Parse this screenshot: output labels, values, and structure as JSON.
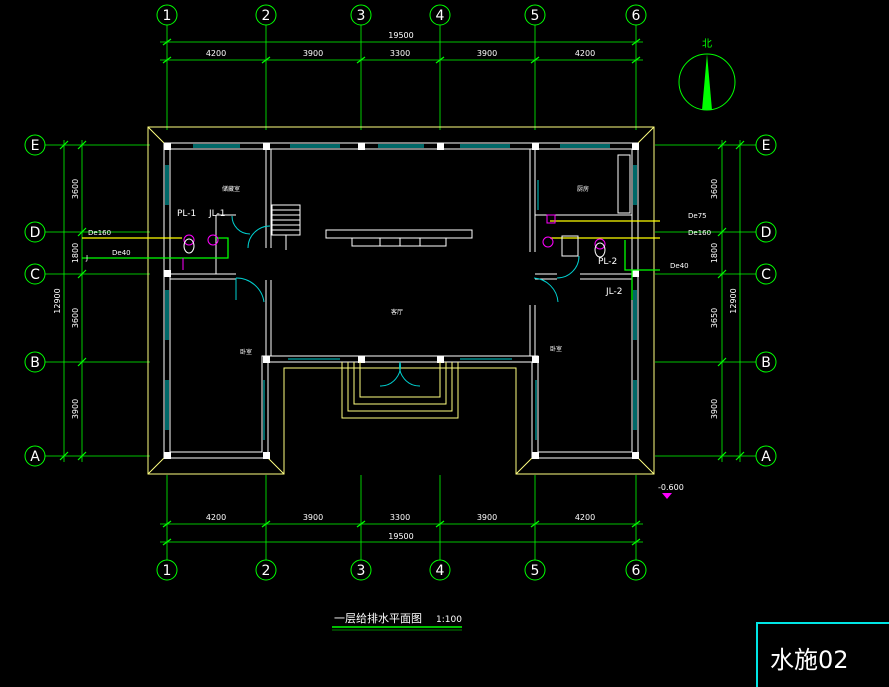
{
  "axes": {
    "columns": [
      "1",
      "2",
      "3",
      "4",
      "5",
      "6"
    ],
    "rows": [
      "E",
      "D",
      "C",
      "B",
      "A"
    ]
  },
  "dimensions": {
    "total_width": "19500",
    "col_spans": [
      "4200",
      "3900",
      "3300",
      "3900",
      "4200"
    ],
    "total_height": "12900",
    "left_row_spans": [
      "3600",
      "1800",
      "3600",
      "3900"
    ],
    "right_row_spans": [
      "3600",
      "1800",
      "3650",
      "3900"
    ]
  },
  "rooms": {
    "top_left": "储藏室",
    "top_right": "厨房",
    "hall": "客厅",
    "left": "卧室",
    "right": "卧室"
  },
  "pipes": {
    "pl1": "PL-1",
    "jl1": "JL-1",
    "pl2": "PL-2",
    "jl2": "JL-2",
    "de160_left": "De160",
    "de40_left": "De40",
    "de75_right": "De75",
    "de160_right": "De160",
    "de40_right": "De40",
    "mark_j": "J"
  },
  "compass": {
    "north": "北"
  },
  "elevation": "-0.600",
  "drawing_title": "一层给排水平面图",
  "scale": "1:100",
  "sheet_number": "水施02",
  "colors": {
    "background": "#000000",
    "axis": "#00ff00",
    "wall": "#ffffff",
    "outline": "#ffff80",
    "window": "#00d0d0",
    "supply": "#ffff00",
    "drain": "#00ff00",
    "fixture": "#ff00ff",
    "titleblock": "#00e5e5"
  }
}
